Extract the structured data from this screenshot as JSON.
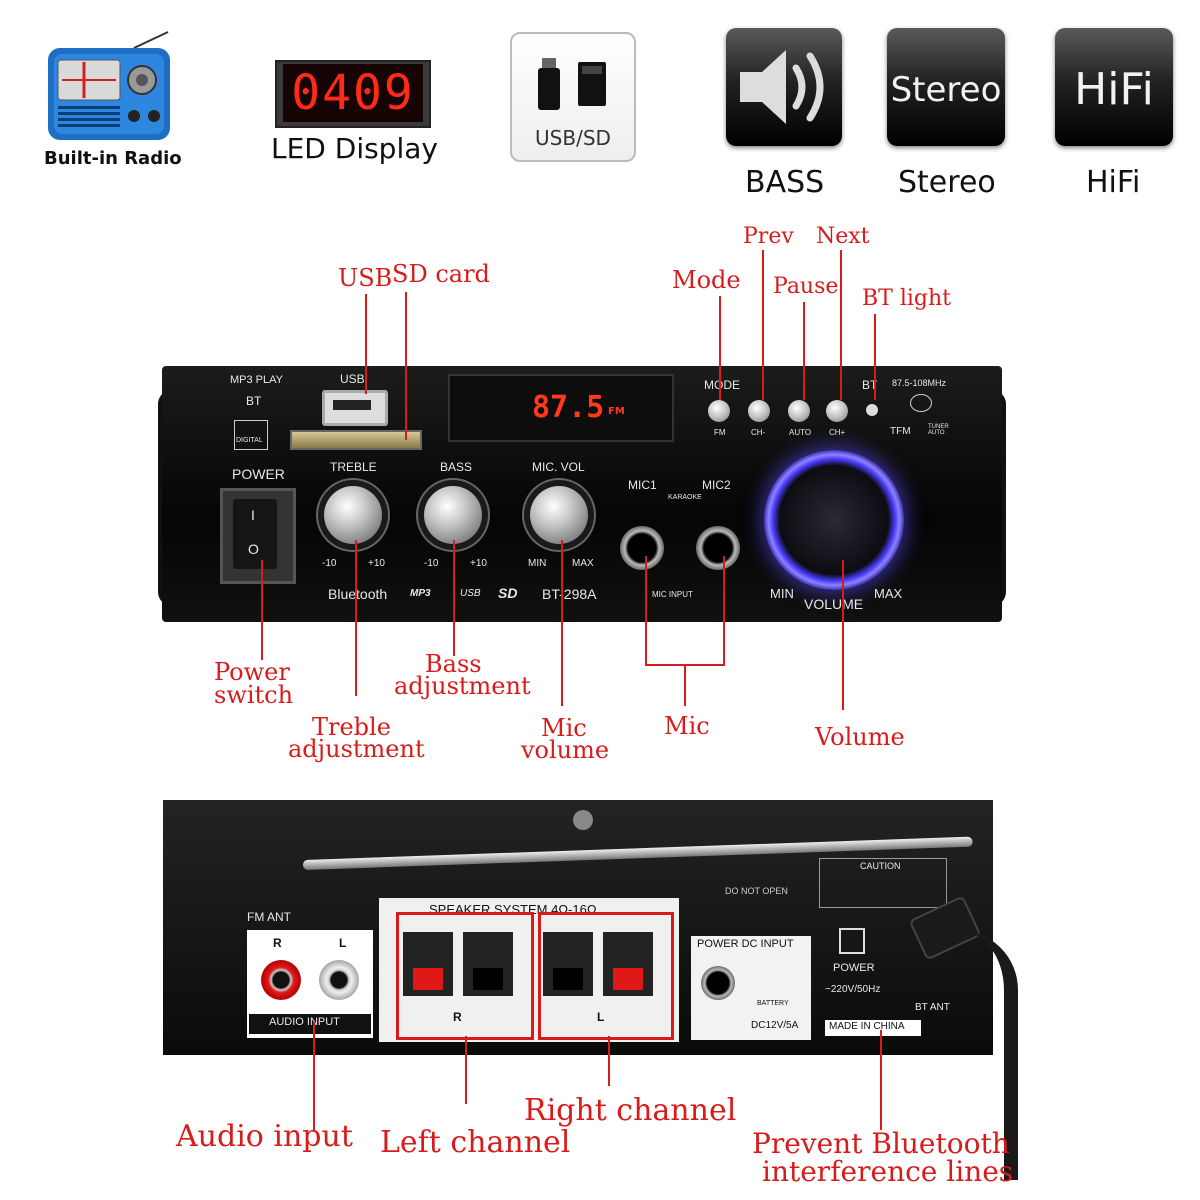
{
  "features": {
    "radio_label": "Built-in Radio",
    "led_digits": "0409",
    "led_label": "LED Display",
    "usbsd_label": "USB/SD",
    "bass_label": "BASS",
    "stereo_tile": "Stereo",
    "stereo_label": "Stereo",
    "hifi_tile": "HiFi",
    "hifi_label": "HiFi"
  },
  "front_panel": {
    "mp3_play": "MP3 PLAY",
    "bt": "BT",
    "usb": "USB",
    "digital": "DIGITAL",
    "power": "POWER",
    "switch_on": "I",
    "switch_off": "O",
    "display": "87.5",
    "display_unit": "FM",
    "treble": "TREBLE",
    "bass": "BASS",
    "mic_vol": "MIC. VOL",
    "treble_min": "-10",
    "treble_max": "+10",
    "bass_min": "-10",
    "bass_max": "+10",
    "mic_min": "MIN",
    "mic_max": "MAX",
    "bluetooth": "Bluetooth",
    "mp3_logo": "MP3",
    "usb_logo": "USB",
    "sd_logo": "SD",
    "model": "BT-298A",
    "mic1": "MIC1",
    "mic2": "MIC2",
    "karaoke": "KARAOKE",
    "mic_input": "MIC INPUT",
    "mode": "MODE",
    "bt_btn": "BT",
    "fm": "FM",
    "ch_minus": "CH-",
    "auto": "AUTO",
    "ch_plus": "CH+",
    "freq": "87.5-108MHz",
    "tfm": "TFM",
    "tuner_auto": "TUNER AUTO",
    "vol_min": "MIN",
    "volume": "VOLUME",
    "vol_max": "MAX"
  },
  "rear_panel": {
    "fm_ant": "FM ANT",
    "speaker_system": "SPEAKER SYSTEM 4Ω-16Ω",
    "r": "R",
    "l": "L",
    "audio_input": "AUDIO INPUT",
    "do_not_open": "DO NOT OPEN",
    "caution": "CAUTION",
    "power_dc_input": "POWER DC INPUT",
    "battery": "BATTERY",
    "dc_spec": "DC12V/5A",
    "power": "POWER",
    "ac_spec": "~220V/50Hz",
    "bt_ant": "BT ANT",
    "made_in_china": "MADE IN CHINA"
  },
  "annotations": {
    "usb": "USB",
    "sd_card": "SD card",
    "mode": "Mode",
    "prev": "Prev",
    "next": "Next",
    "pause": "Pause",
    "bt_light": "BT light",
    "power_switch_1": "Power",
    "power_switch_2": "switch",
    "bass_adj_1": "Bass",
    "bass_adj_2": "adjustment",
    "treble_adj_1": "Treble",
    "treble_adj_2": "adjustment",
    "mic_vol_1": "Mic",
    "mic_vol_2": "volume",
    "mic": "Mic",
    "volume": "Volume",
    "audio_input": "Audio input",
    "left_channel": "Left channel",
    "right_channel": "Right channel",
    "prevent_bt_1": "Prevent Bluetooth",
    "prevent_bt_2": "interference lines"
  },
  "colors": {
    "annotation": "#d81b1b",
    "led_red": "#ff2a1a",
    "volume_glow": "#5a4dff"
  }
}
